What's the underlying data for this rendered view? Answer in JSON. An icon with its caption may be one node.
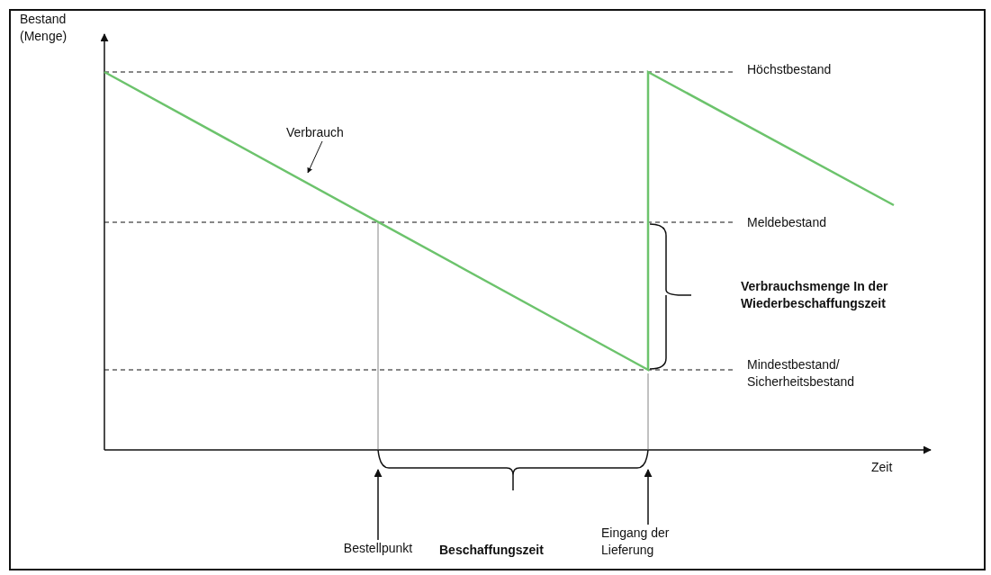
{
  "diagram": {
    "nodes": [
      {
        "text": [
          "Verbrauch"
        ]
      },
      {
        "text": [
          "Bestellpunkt"
        ]
      },
      {
        "text": [
          "Eingang der Lieferung"
        ]
      },
      {
        "text": [],
        "shape": "brace"
      }
    ],
    "edges": [
      {
        "from": 0,
        "to": null,
        "arrow": "to"
      },
      {
        "from": 1,
        "to": 3,
        "arrow": "to"
      },
      {
        "from": 2,
        "to": 3,
        "arrow": "to"
      }
    ],
    "labels": [
      "Bestand (Menge)",
      "Höchstbestand",
      "Meldebestand",
      "Verbrauchsmenge In der Wiederbeschaffungszeit",
      "Mindestbestand/ Sicherheitsbestand",
      "Zeit",
      "Beschaffungszeit"
    ]
  }
}
